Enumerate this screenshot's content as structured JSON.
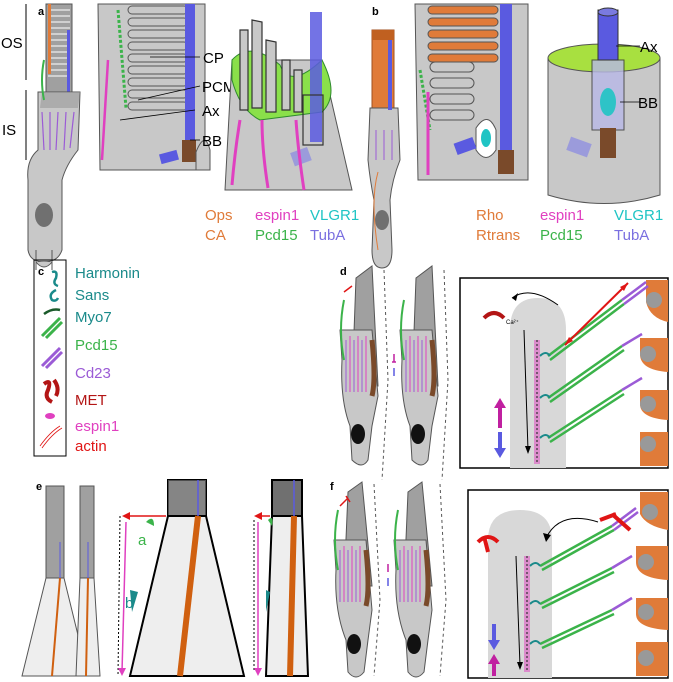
{
  "panels": {
    "a": "a",
    "b": "b",
    "c": "c",
    "d": "d",
    "e": "e",
    "f": "f"
  },
  "panel_a": {
    "region_os": "OS",
    "region_is": "IS",
    "labels": {
      "cp": "CP",
      "pcm": "PCM",
      "ax": "Ax",
      "bb": "BB"
    },
    "legend": [
      {
        "text": "Ops",
        "color": "#e07b39"
      },
      {
        "text": "CA",
        "color": "#e07b39"
      },
      {
        "text": "espin1",
        "color": "#e040c0"
      },
      {
        "text": "Pcd15",
        "color": "#3bb34a"
      },
      {
        "text": "VLGR1",
        "color": "#1fc4c4"
      },
      {
        "text": "TubA",
        "color": "#7a6fe0"
      }
    ]
  },
  "panel_b": {
    "labels": {
      "ax": "Ax",
      "bb": "BB"
    },
    "legend": [
      {
        "text": "Rho",
        "color": "#e07b39"
      },
      {
        "text": "Rtrans",
        "color": "#e07b39"
      },
      {
        "text": "espin1",
        "color": "#e040c0"
      },
      {
        "text": "Pcd15",
        "color": "#3bb34a"
      },
      {
        "text": "VLGR1",
        "color": "#1fc4c4"
      },
      {
        "text": "TubA",
        "color": "#7a6fe0"
      }
    ]
  },
  "panel_c": {
    "items": [
      {
        "text": "Harmonin",
        "color": "#1a8a8a",
        "icon": "harmonin-icon"
      },
      {
        "text": "Sans",
        "color": "#1a8a8a",
        "icon": "sans-icon"
      },
      {
        "text": "Myo7",
        "color": "#1a8a8a",
        "icon": "myo7-icon"
      },
      {
        "text": "Pcd15",
        "color": "#3bb34a",
        "icon": "pcd15-icon"
      },
      {
        "text": "Cd23",
        "color": "#9b5bd6",
        "icon": "cd23-icon"
      },
      {
        "text": "MET",
        "color": "#b31515",
        "icon": "met-icon"
      },
      {
        "text": "espin1",
        "color": "#e040c0",
        "icon": "espin1-icon"
      },
      {
        "text": "actin",
        "color": "#e01515",
        "icon": "actin-icon"
      }
    ]
  },
  "panel_d": {
    "ion_label": "Ca²⁺"
  },
  "panel_e": {
    "marker_a": "a",
    "marker_b": "b"
  },
  "colors": {
    "cell_gray": "#c8c8c8",
    "os_gray": "#a0a0a0",
    "dark_gray": "#707070",
    "orange": "#e07b39",
    "brown": "#7a4a2a",
    "green": "#3bb34a",
    "light_green": "#8ae04a",
    "blue": "#5a5ae0",
    "magenta": "#e040c0",
    "purple": "#9b5bd6",
    "teal": "#1a8a8a",
    "red": "#e01515",
    "cyan": "#1fc4c4"
  }
}
